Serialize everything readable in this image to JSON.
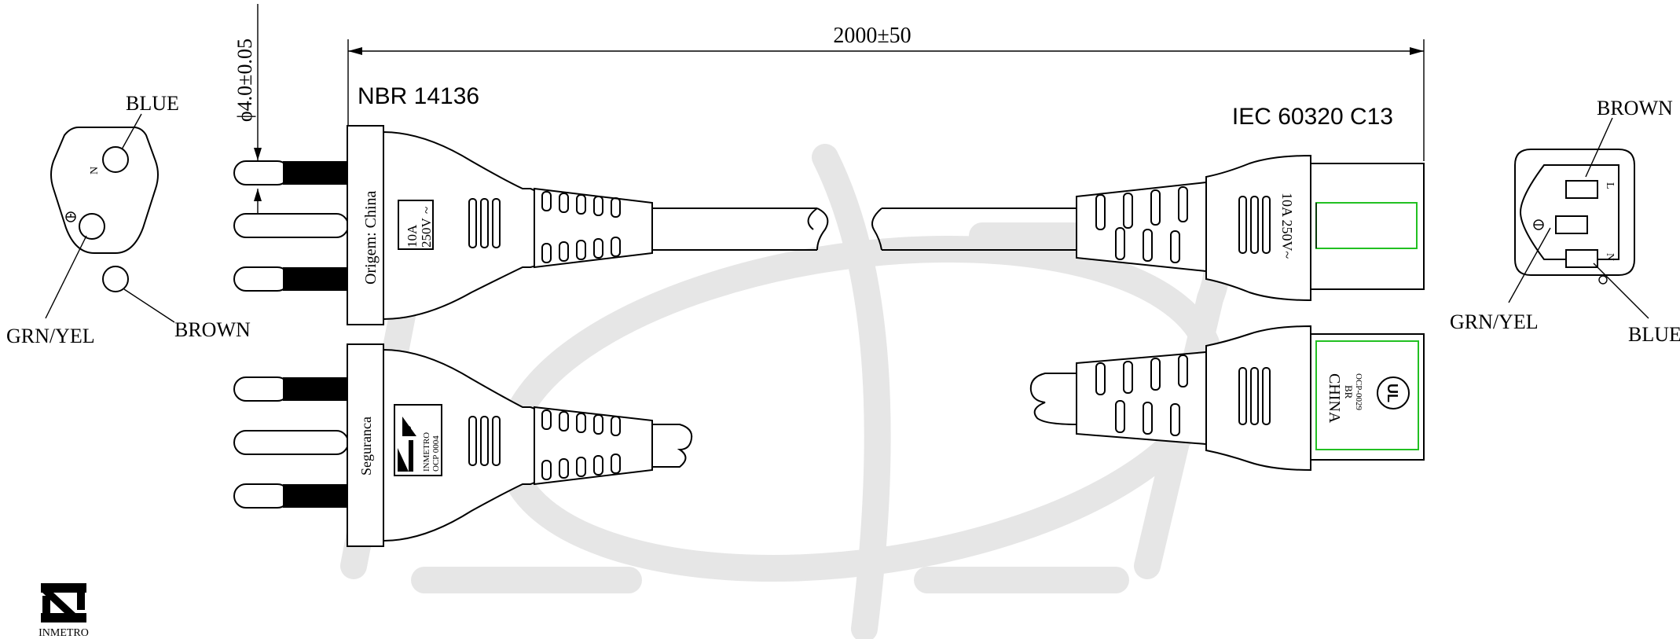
{
  "dimensions": {
    "cord_length": "2000±50",
    "pin_diameter": "ϕ4.0±0.05"
  },
  "standards": {
    "plug": "NBR 14136",
    "connector": "IEC 60320 C13"
  },
  "plug_face": {
    "labels": {
      "top": "BLUE",
      "left": "GRN/YEL",
      "right": "BROWN"
    },
    "pin_marks": {
      "neutral": "N"
    }
  },
  "connector_face": {
    "labels": {
      "top": "BROWN",
      "left": "GRN/YEL",
      "right": "BLUE"
    },
    "pin_marks": {
      "line": "L",
      "neutral": "N"
    }
  },
  "plug_top": {
    "side_text": "Origem: China",
    "rating_amps": "10A",
    "rating_volts": "250V",
    "rating_symbol": "~"
  },
  "plug_bottom": {
    "side_text": "Seguranca",
    "inmetro_text": "INMETRO",
    "cert_text": "OCP 0004"
  },
  "connector_top": {
    "rating": "10A 250V~"
  },
  "connector_bottom": {
    "origin": "CHINA",
    "country": "BR",
    "cert": "OCP-0029"
  },
  "logo": {
    "text": "INMETRO"
  },
  "colors": {
    "line": "#000000",
    "highlight": "#22c022",
    "watermark": "#e6e6e6"
  }
}
